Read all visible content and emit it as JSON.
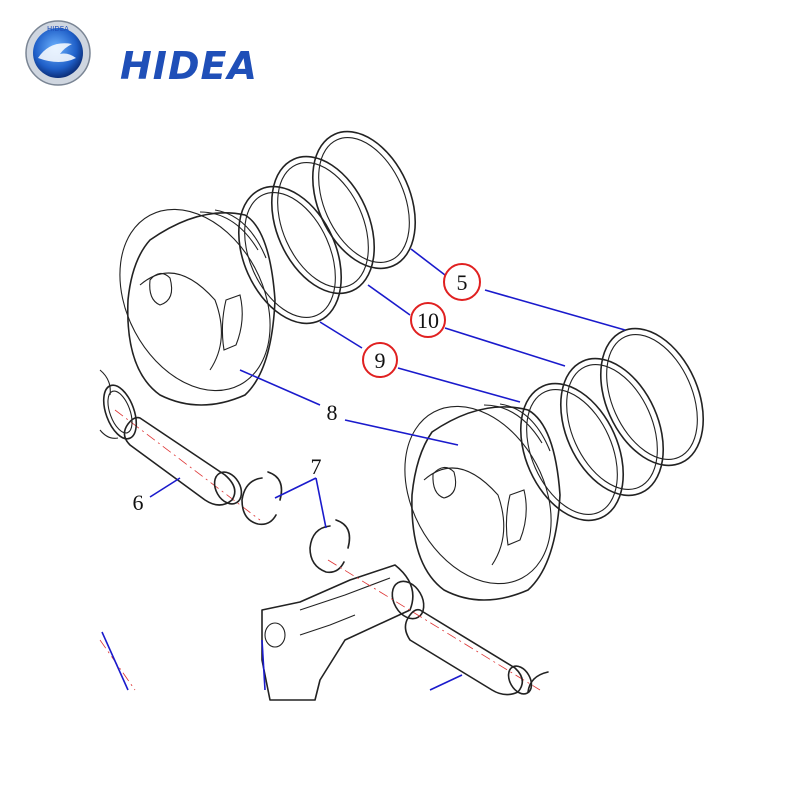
{
  "brand": {
    "name": "HIDEA",
    "seal_text": "HIDEA",
    "logo_icon": "fish-seal-logo-icon"
  },
  "colors": {
    "brand": "#1f4fb8",
    "leader": "#1a1acc",
    "highlight": "#e02020",
    "centerline": "#dd3333"
  },
  "callouts": [
    {
      "id": "c5",
      "label": "5",
      "highlighted": true
    },
    {
      "id": "c10",
      "label": "10",
      "highlighted": true
    },
    {
      "id": "c9",
      "label": "9",
      "highlighted": true
    },
    {
      "id": "c8",
      "label": "8",
      "highlighted": false
    },
    {
      "id": "c7",
      "label": "7",
      "highlighted": false
    },
    {
      "id": "c6",
      "label": "6",
      "highlighted": false
    }
  ]
}
